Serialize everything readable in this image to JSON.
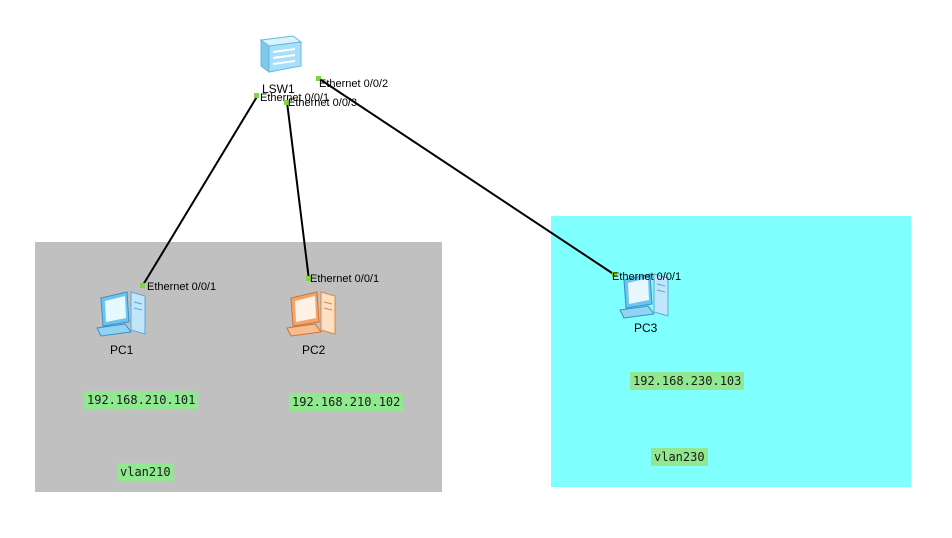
{
  "colors": {
    "left_area": "#c0c0c0",
    "right_area": "#80ffff",
    "tag_background": "#90e890",
    "port_marker": "#7fd640",
    "link": "#000000",
    "pc_blue": "#6cc4f0",
    "pc_orange": "#f5a46a"
  },
  "switch": {
    "name": "LSW1",
    "icon": "switch-icon"
  },
  "switch_ports": {
    "to_pc1": "Ethernet 0/0/1",
    "to_pc2": "Ethernet 0/0/3",
    "to_pc3": "Ethernet 0/0/2"
  },
  "pcs": [
    {
      "name": "PC1",
      "port": "Ethernet 0/0/1",
      "ip": "192.168.210.101",
      "icon": "pc-icon",
      "color": "blue"
    },
    {
      "name": "PC2",
      "port": "Ethernet 0/0/1",
      "ip": "192.168.210.102",
      "icon": "pc-icon",
      "color": "orange"
    },
    {
      "name": "PC3",
      "port": "Ethernet 0/0/1",
      "ip": "192.168.230.103",
      "icon": "pc-icon",
      "color": "blue"
    }
  ],
  "vlans": {
    "left": "vlan210",
    "right": "vlan230"
  }
}
